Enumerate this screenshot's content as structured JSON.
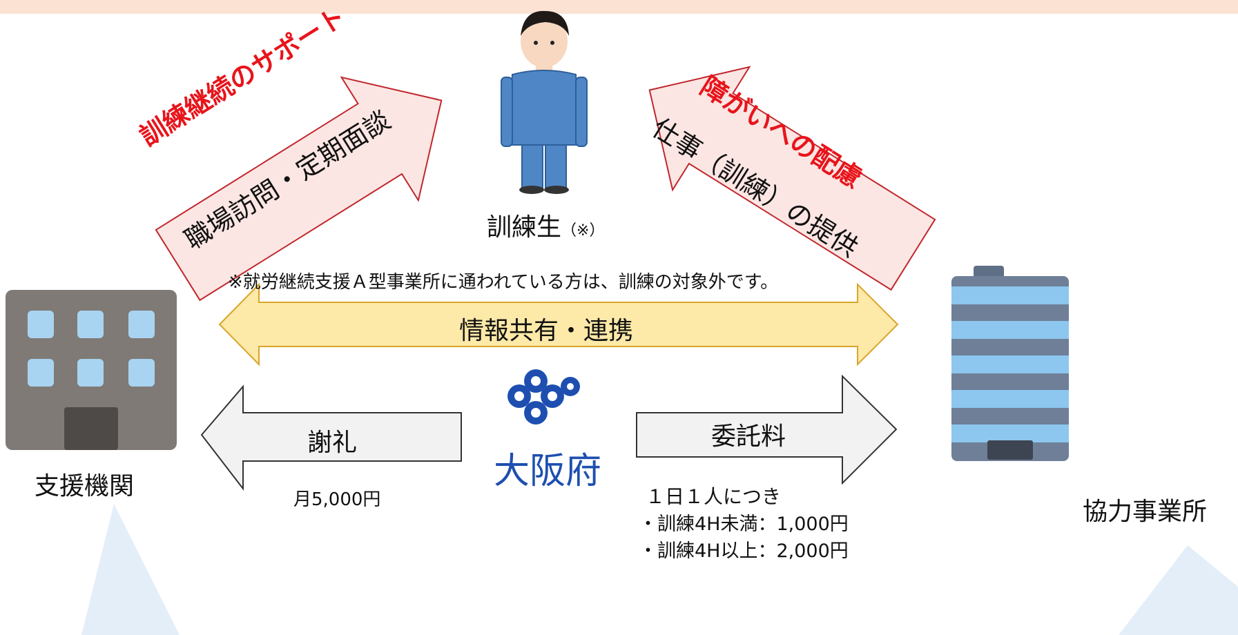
{
  "trainee": {
    "label": "訓練生",
    "note_mark": "（※）",
    "footnote": "※就労継続支援Ａ型事業所に通われている方は、訓練の対象外です。"
  },
  "left_arrow": {
    "heading": "訓練継続のサポート",
    "body": "職場訪問・定期面談"
  },
  "right_arrow": {
    "heading": "障がいへの配慮",
    "body": "仕事（訓練）の提供"
  },
  "shared_arrow": {
    "label": "情報共有・連携"
  },
  "support_org": {
    "label": "支援機関"
  },
  "partner_office": {
    "label": "協力事業所"
  },
  "osaka": {
    "label": "大阪府"
  },
  "reward": {
    "label": "謝礼",
    "amount": "月5,000円"
  },
  "commission": {
    "label": "委託料",
    "line1": "１日１人につき",
    "line2": "・訓練4H未満：1,000円",
    "line3": "・訓練4H以上：2,000円"
  },
  "colors": {
    "topbar": "#fbe2d3",
    "pink_arrow_fill": "#fbe6e3",
    "pink_arrow_stroke": "#c0262d",
    "yellow_arrow_fill": "#fde9a8",
    "yellow_arrow_stroke": "#d9a52b",
    "accent_red": "#e8141b",
    "osaka_blue": "#1e4fb0"
  }
}
